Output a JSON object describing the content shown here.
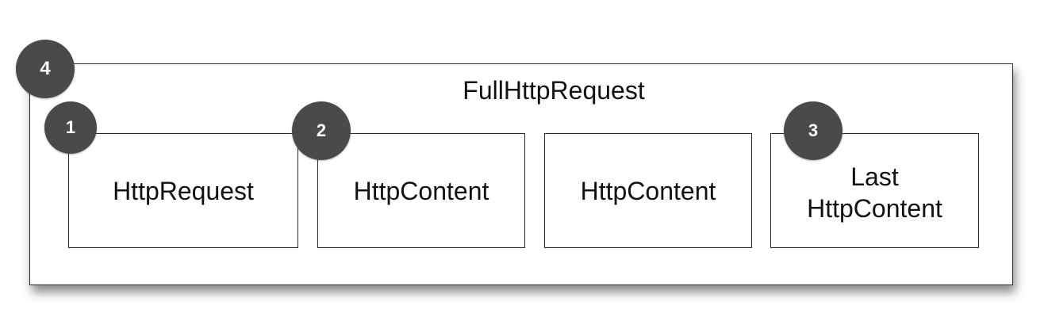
{
  "diagram": {
    "outer": {
      "label": "FullHttpRequest",
      "badge": "4"
    },
    "parts": [
      {
        "label": "HttpRequest",
        "badge": "1"
      },
      {
        "label": "HttpContent",
        "badge": "2"
      },
      {
        "label": "HttpContent",
        "badge": ""
      },
      {
        "label_lines": [
          "Last",
          "HttpContent"
        ],
        "badge": "3"
      }
    ]
  },
  "colors": {
    "badge_fill": "#4a4a4a",
    "badge_text": "#ffffff",
    "border": "#2b2b2b",
    "background": "#ffffff"
  }
}
